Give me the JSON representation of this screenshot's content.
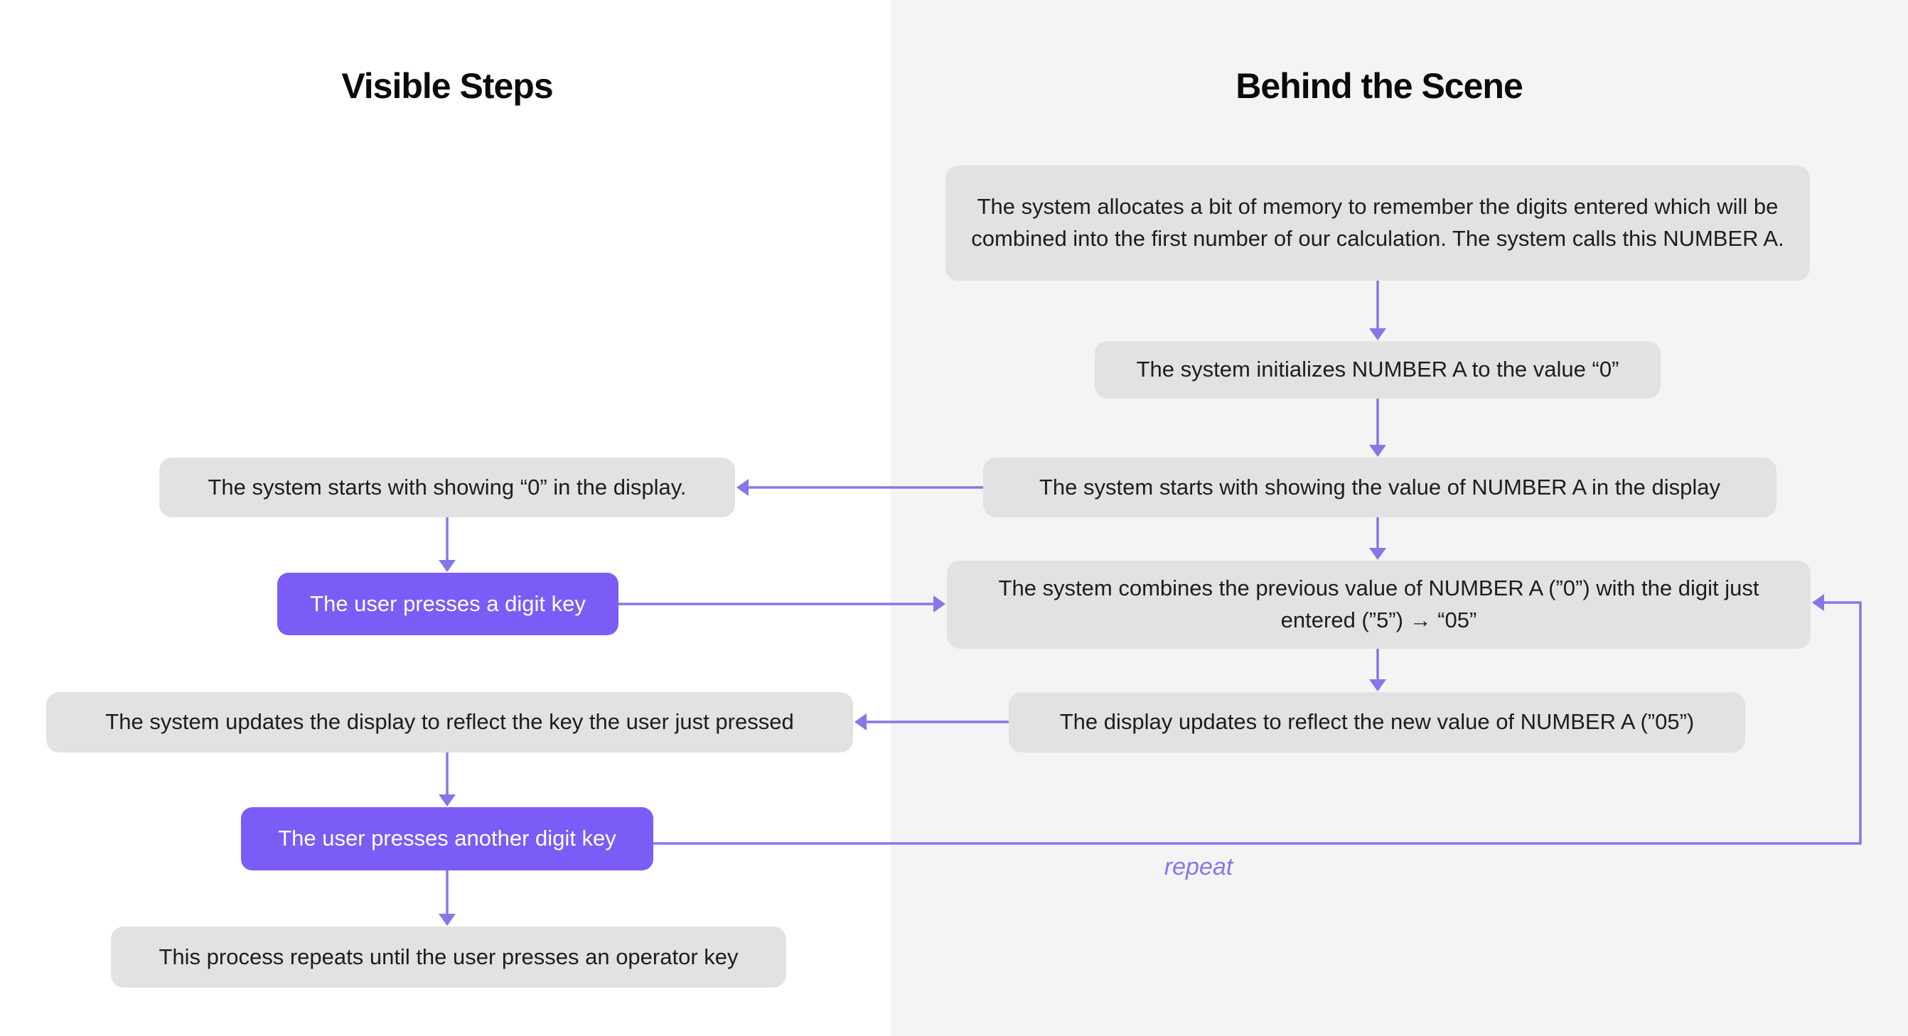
{
  "diagram": {
    "left_column": {
      "title": "Visible Steps",
      "steps": [
        {
          "id": "l1",
          "kind": "system",
          "text": "The system starts with showing “0” in the display."
        },
        {
          "id": "p1",
          "kind": "user-action",
          "text": "The user presses a digit key"
        },
        {
          "id": "l3",
          "kind": "system",
          "text": "The system updates the display to reflect the key the user just pressed"
        },
        {
          "id": "p2",
          "kind": "user-action",
          "text": "The user presses another digit key"
        },
        {
          "id": "l5",
          "kind": "system",
          "text": "This process repeats until the user presses an operator key"
        }
      ]
    },
    "right_column": {
      "title": "Behind the Scene",
      "steps": [
        {
          "id": "r1",
          "kind": "system",
          "text": "The system allocates a bit of memory to remember the digits entered which will be combined into the first number of our calculation. The system calls this NUMBER A."
        },
        {
          "id": "r2",
          "kind": "system",
          "text": "The system initializes NUMBER A to the value “0”"
        },
        {
          "id": "r3",
          "kind": "system",
          "text": "The system starts with showing the value of NUMBER A in the display"
        },
        {
          "id": "r4",
          "kind": "system",
          "text": "The system combines the previous value of NUMBER A (”0”) with the digit just entered (”5”) → “05”"
        },
        {
          "id": "r5",
          "kind": "system",
          "text": "The display updates to reflect the new value of NUMBER A (”05”)"
        }
      ]
    },
    "loop_label": "repeat",
    "colors": {
      "accent": "#7c5cf6",
      "arrow": "#8677e8",
      "node_background": "#e2e2e2",
      "right_panel_background": "#f4f4f4",
      "left_panel_background": "#ffffff",
      "text": "#1d1d1d"
    }
  }
}
